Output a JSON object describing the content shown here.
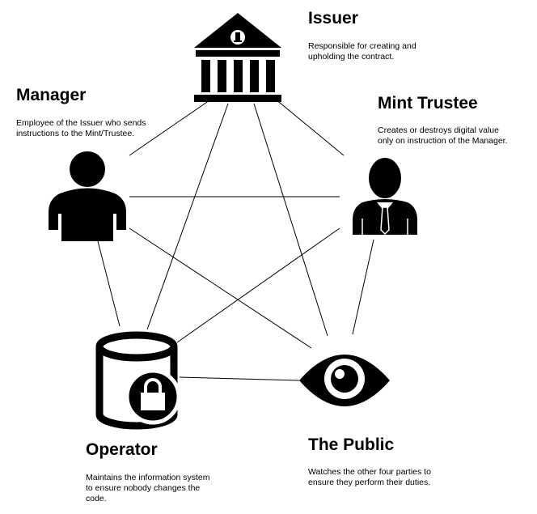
{
  "diagram": {
    "nodes": [
      {
        "id": "issuer",
        "title": "Issuer",
        "icon": "bank-building-icon",
        "description_lines": [
          "Responsible for creating and",
          "upholding the contract."
        ]
      },
      {
        "id": "manager",
        "title": "Manager",
        "icon": "person-icon",
        "description_lines": [
          "Employee of the Issuer who sends",
          "instructions to the Mint/Trustee."
        ]
      },
      {
        "id": "mint",
        "title": "Mint Trustee",
        "icon": "businessman-icon",
        "description_lines": [
          "Creates or destroys digital value",
          "only on instruction of the Manager."
        ]
      },
      {
        "id": "operator",
        "title": "Operator",
        "icon": "database-lock-icon",
        "description_lines": [
          "Maintains the information system",
          "to ensure nobody changes the",
          "code."
        ]
      },
      {
        "id": "public",
        "title": "The Public",
        "icon": "eye-icon",
        "description_lines": [
          "Watches the other four parties to",
          "ensure they perform their duties."
        ]
      }
    ],
    "edges": [
      [
        "issuer",
        "manager"
      ],
      [
        "issuer",
        "mint"
      ],
      [
        "issuer",
        "operator"
      ],
      [
        "issuer",
        "public"
      ],
      [
        "manager",
        "mint"
      ],
      [
        "manager",
        "operator"
      ],
      [
        "manager",
        "public"
      ],
      [
        "mint",
        "operator"
      ],
      [
        "mint",
        "public"
      ],
      [
        "operator",
        "public"
      ]
    ],
    "colors": {
      "ink": "#000000",
      "background": "#ffffff"
    }
  }
}
